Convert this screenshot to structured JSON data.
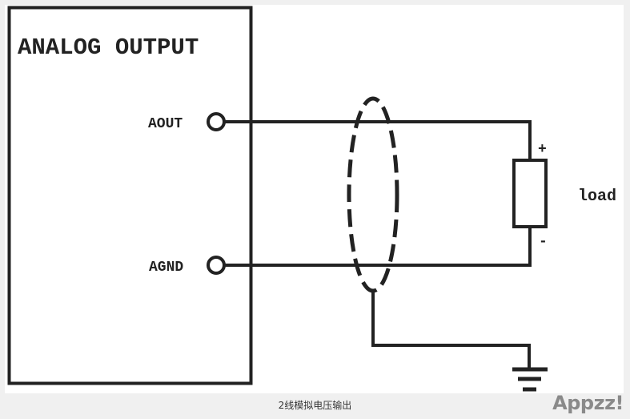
{
  "diagram": {
    "module_title": "ANALOG OUTPUT",
    "terminal_aout": "AOUT",
    "terminal_agnd": "AGND",
    "load_label": "load",
    "polarity_plus": "+",
    "polarity_minus": "-"
  },
  "caption": "2线模拟电压输出",
  "watermark": "Appzz!"
}
